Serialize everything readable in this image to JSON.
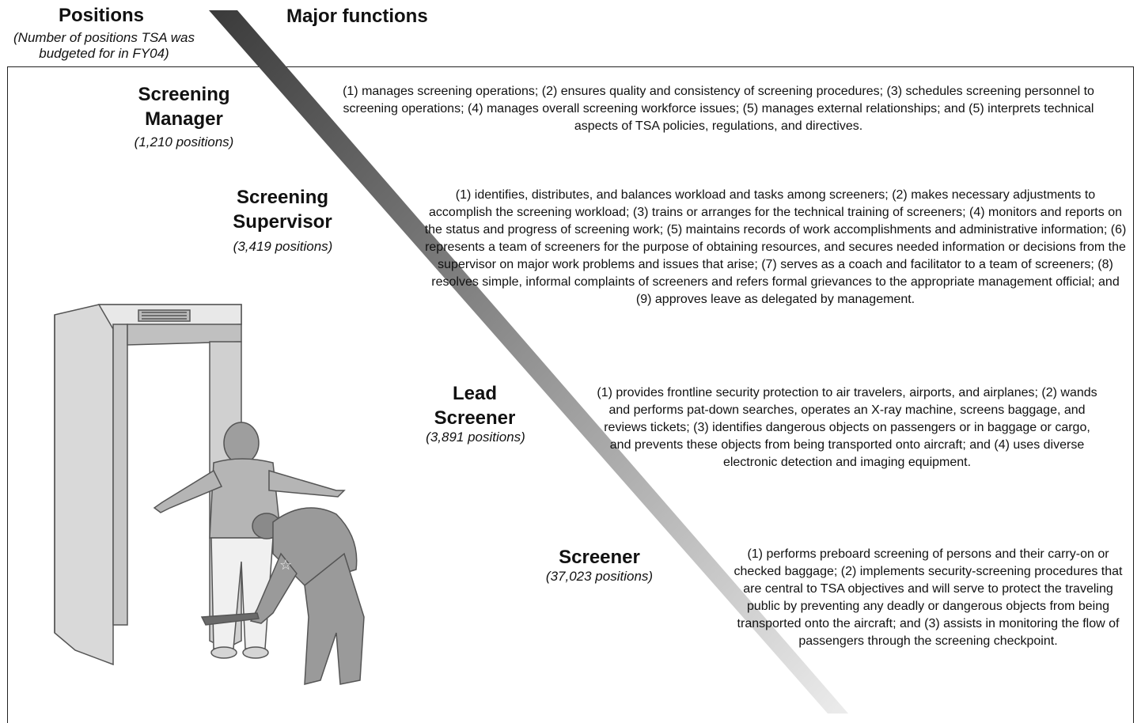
{
  "header": {
    "positions_title": "Positions",
    "positions_subtitle": "(Number of positions TSA was budgeted for in FY04)",
    "functions_title": "Major functions"
  },
  "roles": [
    {
      "title": "Screening Manager",
      "positions": "(1,210 positions)",
      "functions": "(1) manages screening operations; (2) ensures quality and consistency of screening procedures; (3) schedules screening personnel to screening operations; (4) manages overall screening workforce issues; (5) manages external relationships; and (5) interprets technical aspects of TSA policies, regulations, and directives."
    },
    {
      "title": "Screening Supervisor",
      "positions": "(3,419 positions)",
      "functions": "(1) identifies, distributes, and balances workload and tasks among screeners; (2) makes necessary adjustments to accomplish the screening workload; (3) trains or arranges for the technical training of screeners; (4) monitors and reports on the status and progress of screening work; (5) maintains records of work accomplishments and administrative information; (6) represents a team of screeners for the purpose of obtaining resources, and secures needed information or decisions from the supervisor on major work problems and issues that arise; (7) serves as a coach and facilitator to a team of screeners; (8) resolves simple, informal complaints of screeners and refers formal grievances to the appropriate management official; and (9) approves leave as delegated by management."
    },
    {
      "title": "Lead Screener",
      "positions": "(3,891 positions)",
      "functions": "(1) provides frontline security protection to air travelers, airports, and airplanes; (2) wands and performs pat-down searches, operates an X-ray machine, screens baggage, and reviews tickets; (3) identifies dangerous objects on passengers or in baggage or cargo, and prevents these objects from being transported onto aircraft; and (4) uses diverse electronic detection and imaging equipment."
    },
    {
      "title": "Screener",
      "positions": "(37,023 positions)",
      "functions": "(1) performs preboard screening of persons and their carry-on or checked baggage; (2) implements security-screening procedures that are central to TSA objectives and will serve to protect the traveling public by preventing any deadly or dangerous objects from being transported onto the aircraft; and (3) assists in monitoring the flow of passengers through the screening checkpoint."
    }
  ],
  "colors": {
    "band_dark": "#3a3a3a",
    "band_light": "#e8e8e8",
    "figure_gray": "#a6a6a6",
    "figure_outline": "#555555"
  }
}
